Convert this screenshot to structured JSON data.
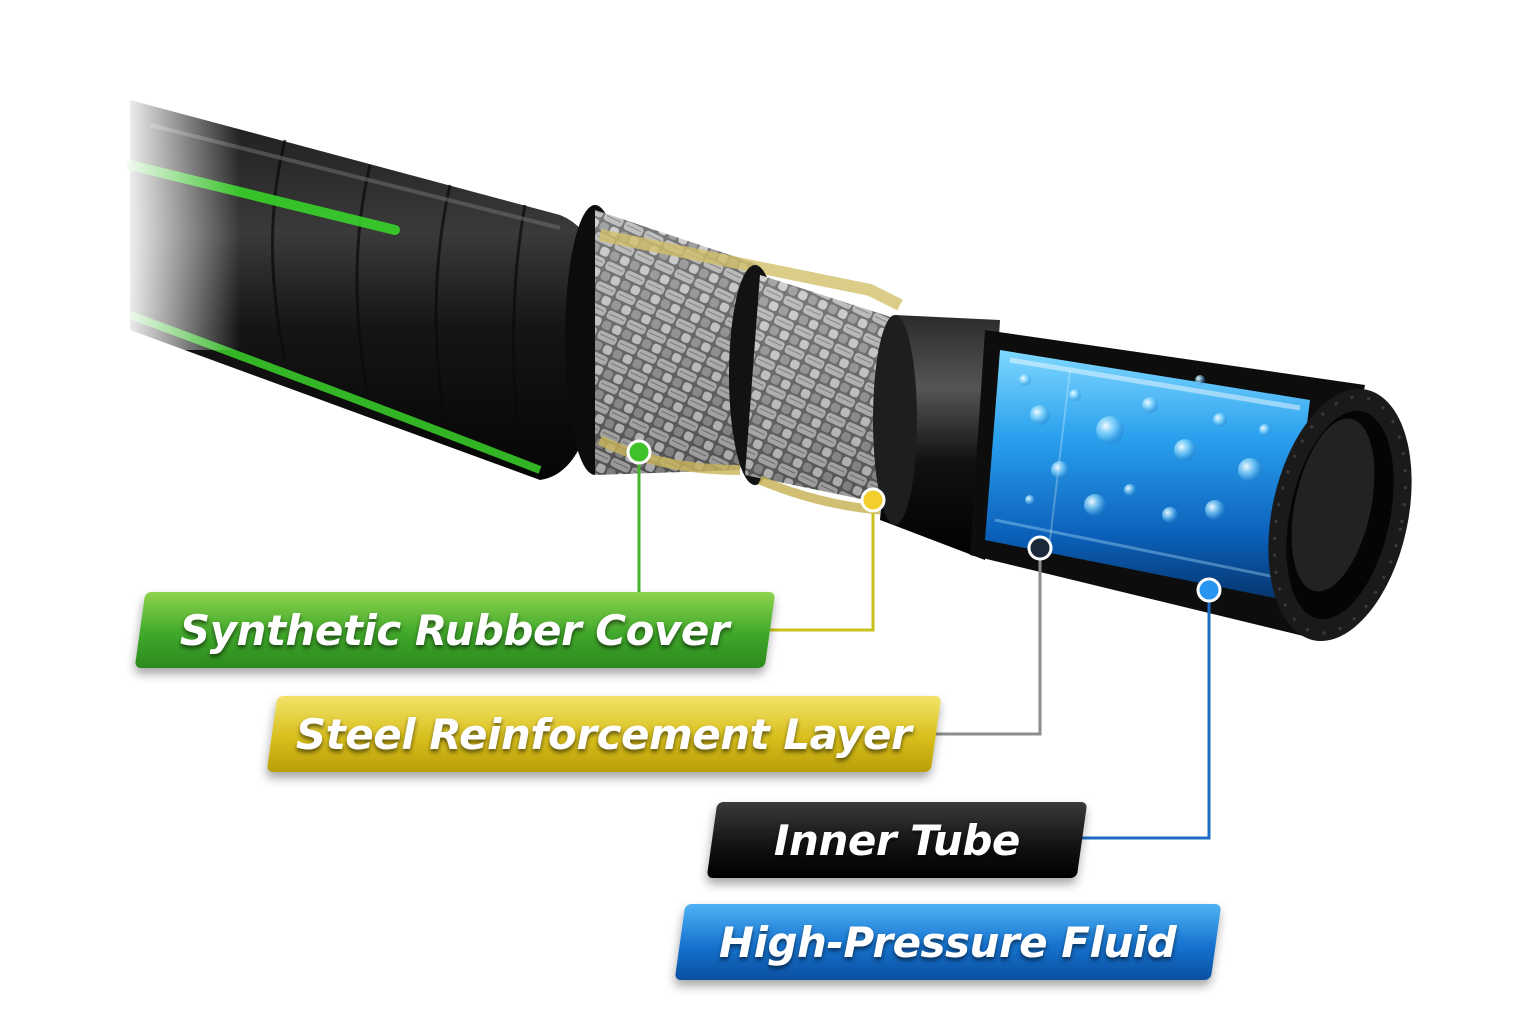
{
  "labels": {
    "cover": "Synthetic Rubber Cover",
    "steel": "Steel Reinforcement Layer",
    "inner_tube": "Inner Tube",
    "fluid": "High-Pressure Fluid"
  },
  "colors": {
    "cover": "#3fa82a",
    "steel": "#d8bf1c",
    "inner_tube": "#111111",
    "fluid": "#1673cf",
    "stripe": "#39d22a"
  }
}
